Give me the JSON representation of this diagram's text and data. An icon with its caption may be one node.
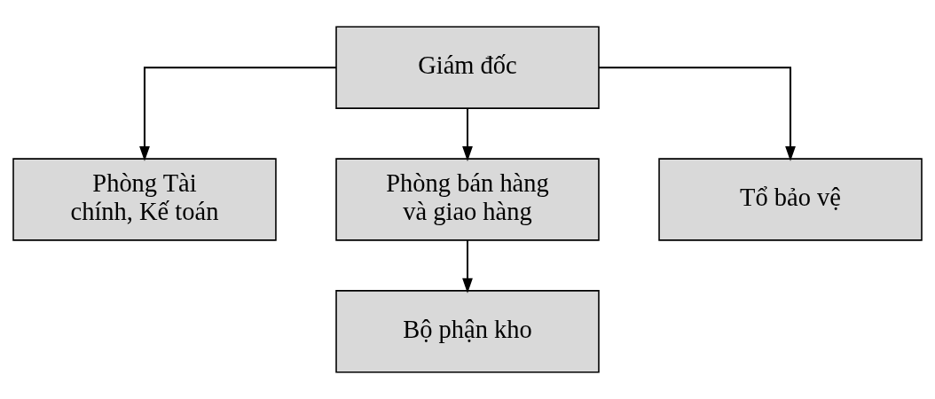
{
  "diagram": {
    "nodes": [
      {
        "text": [
          "Giám đốc"
        ]
      },
      {
        "text": [
          "Phòng Tài chính, Kế toán"
        ]
      },
      {
        "text": [
          "Phòng bán hàng và giao hàng"
        ]
      },
      {
        "text": [
          "Tổ bảo vệ"
        ]
      },
      {
        "text": [
          "Bộ phận kho"
        ]
      }
    ],
    "edges": [
      {
        "from": 0,
        "to": 1,
        "arrow": "to"
      },
      {
        "from": 0,
        "to": 3,
        "arrow": "to"
      },
      {
        "from": 0,
        "to": 2,
        "arrow": "to"
      },
      {
        "from": 2,
        "to": 4,
        "arrow": "to"
      }
    ]
  }
}
